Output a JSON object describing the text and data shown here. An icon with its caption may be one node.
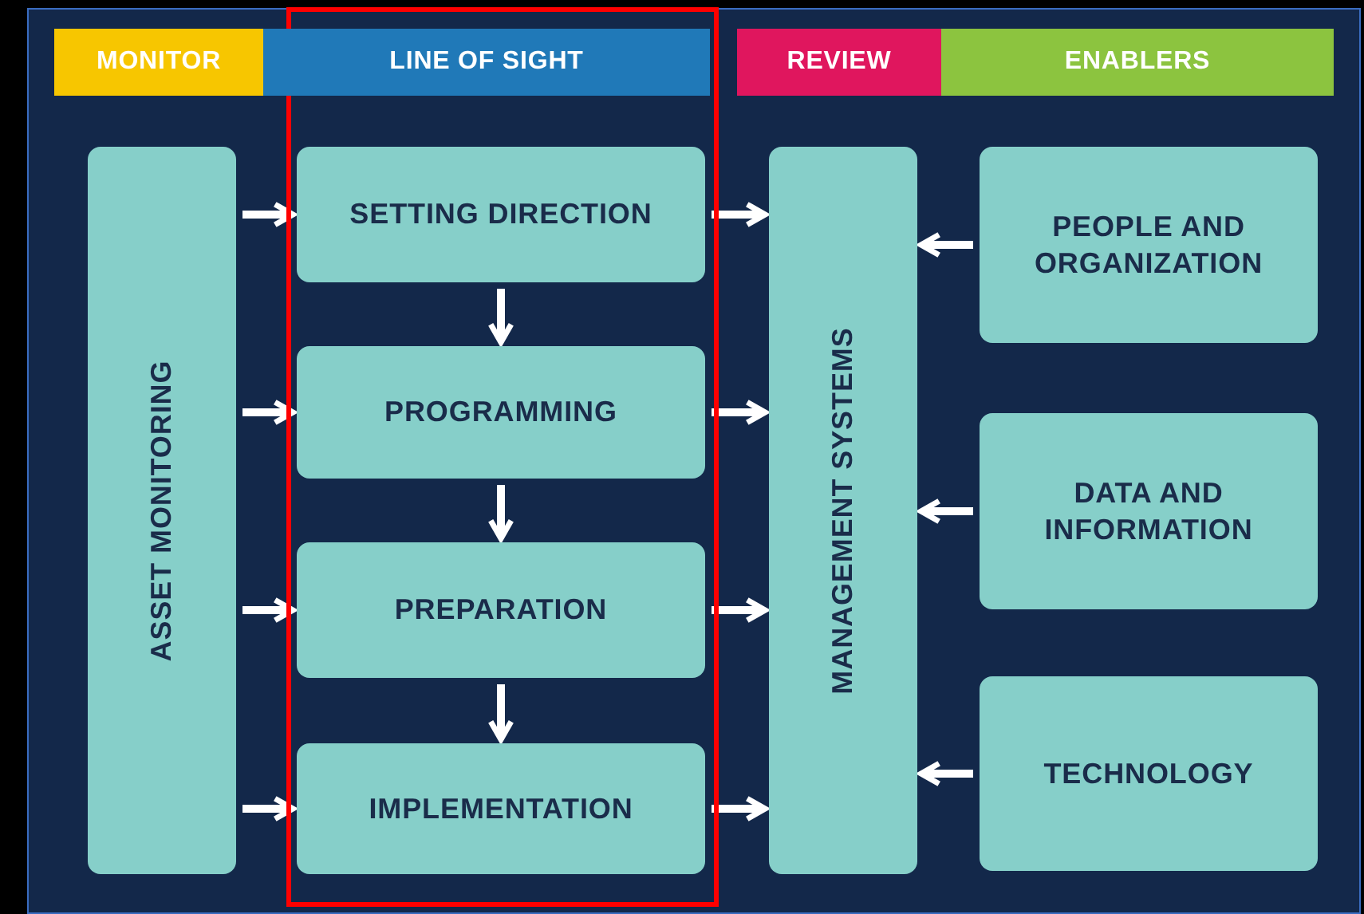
{
  "diagram": {
    "nodes": [
      {
        "text": [
          "MONITOR"
        ]
      },
      {
        "text": [
          "LINE OF SIGHT"
        ]
      },
      {
        "text": [
          "REVIEW"
        ]
      },
      {
        "text": [
          "ENABLERS"
        ]
      },
      {
        "text": [
          "ASSET MONITORING"
        ]
      },
      {
        "text": [
          "SETTING DIRECTION"
        ]
      },
      {
        "text": [
          "PROGRAMMING"
        ]
      },
      {
        "text": [
          "PREPARATION"
        ]
      },
      {
        "text": [
          "IMPLEMENTATION"
        ]
      },
      {
        "text": [
          "MANAGEMENT SYSTEMS"
        ]
      },
      {
        "text": [
          "PEOPLE AND ORGANIZATION"
        ]
      },
      {
        "text": [
          "DATA AND INFORMATION"
        ]
      },
      {
        "text": [
          "TECHNOLOGY"
        ]
      }
    ],
    "edges": [
      {
        "from": 4,
        "to": 5,
        "arrow": "to"
      },
      {
        "from": 4,
        "to": 6,
        "arrow": "to"
      },
      {
        "from": 4,
        "to": 7,
        "arrow": "to"
      },
      {
        "from": 4,
        "to": 8,
        "arrow": "to"
      },
      {
        "from": 5,
        "to": 6,
        "arrow": "to"
      },
      {
        "from": 6,
        "to": 7,
        "arrow": "to"
      },
      {
        "from": 7,
        "to": 8,
        "arrow": "to"
      },
      {
        "from": 5,
        "to": 9,
        "arrow": "to"
      },
      {
        "from": 6,
        "to": 9,
        "arrow": "to"
      },
      {
        "from": 7,
        "to": 9,
        "arrow": "to"
      },
      {
        "from": 8,
        "to": 9,
        "arrow": "to"
      },
      {
        "from": 10,
        "to": 9,
        "arrow": "to"
      },
      {
        "from": 11,
        "to": 9,
        "arrow": "to"
      },
      {
        "from": 12,
        "to": 9,
        "arrow": "to"
      }
    ]
  }
}
